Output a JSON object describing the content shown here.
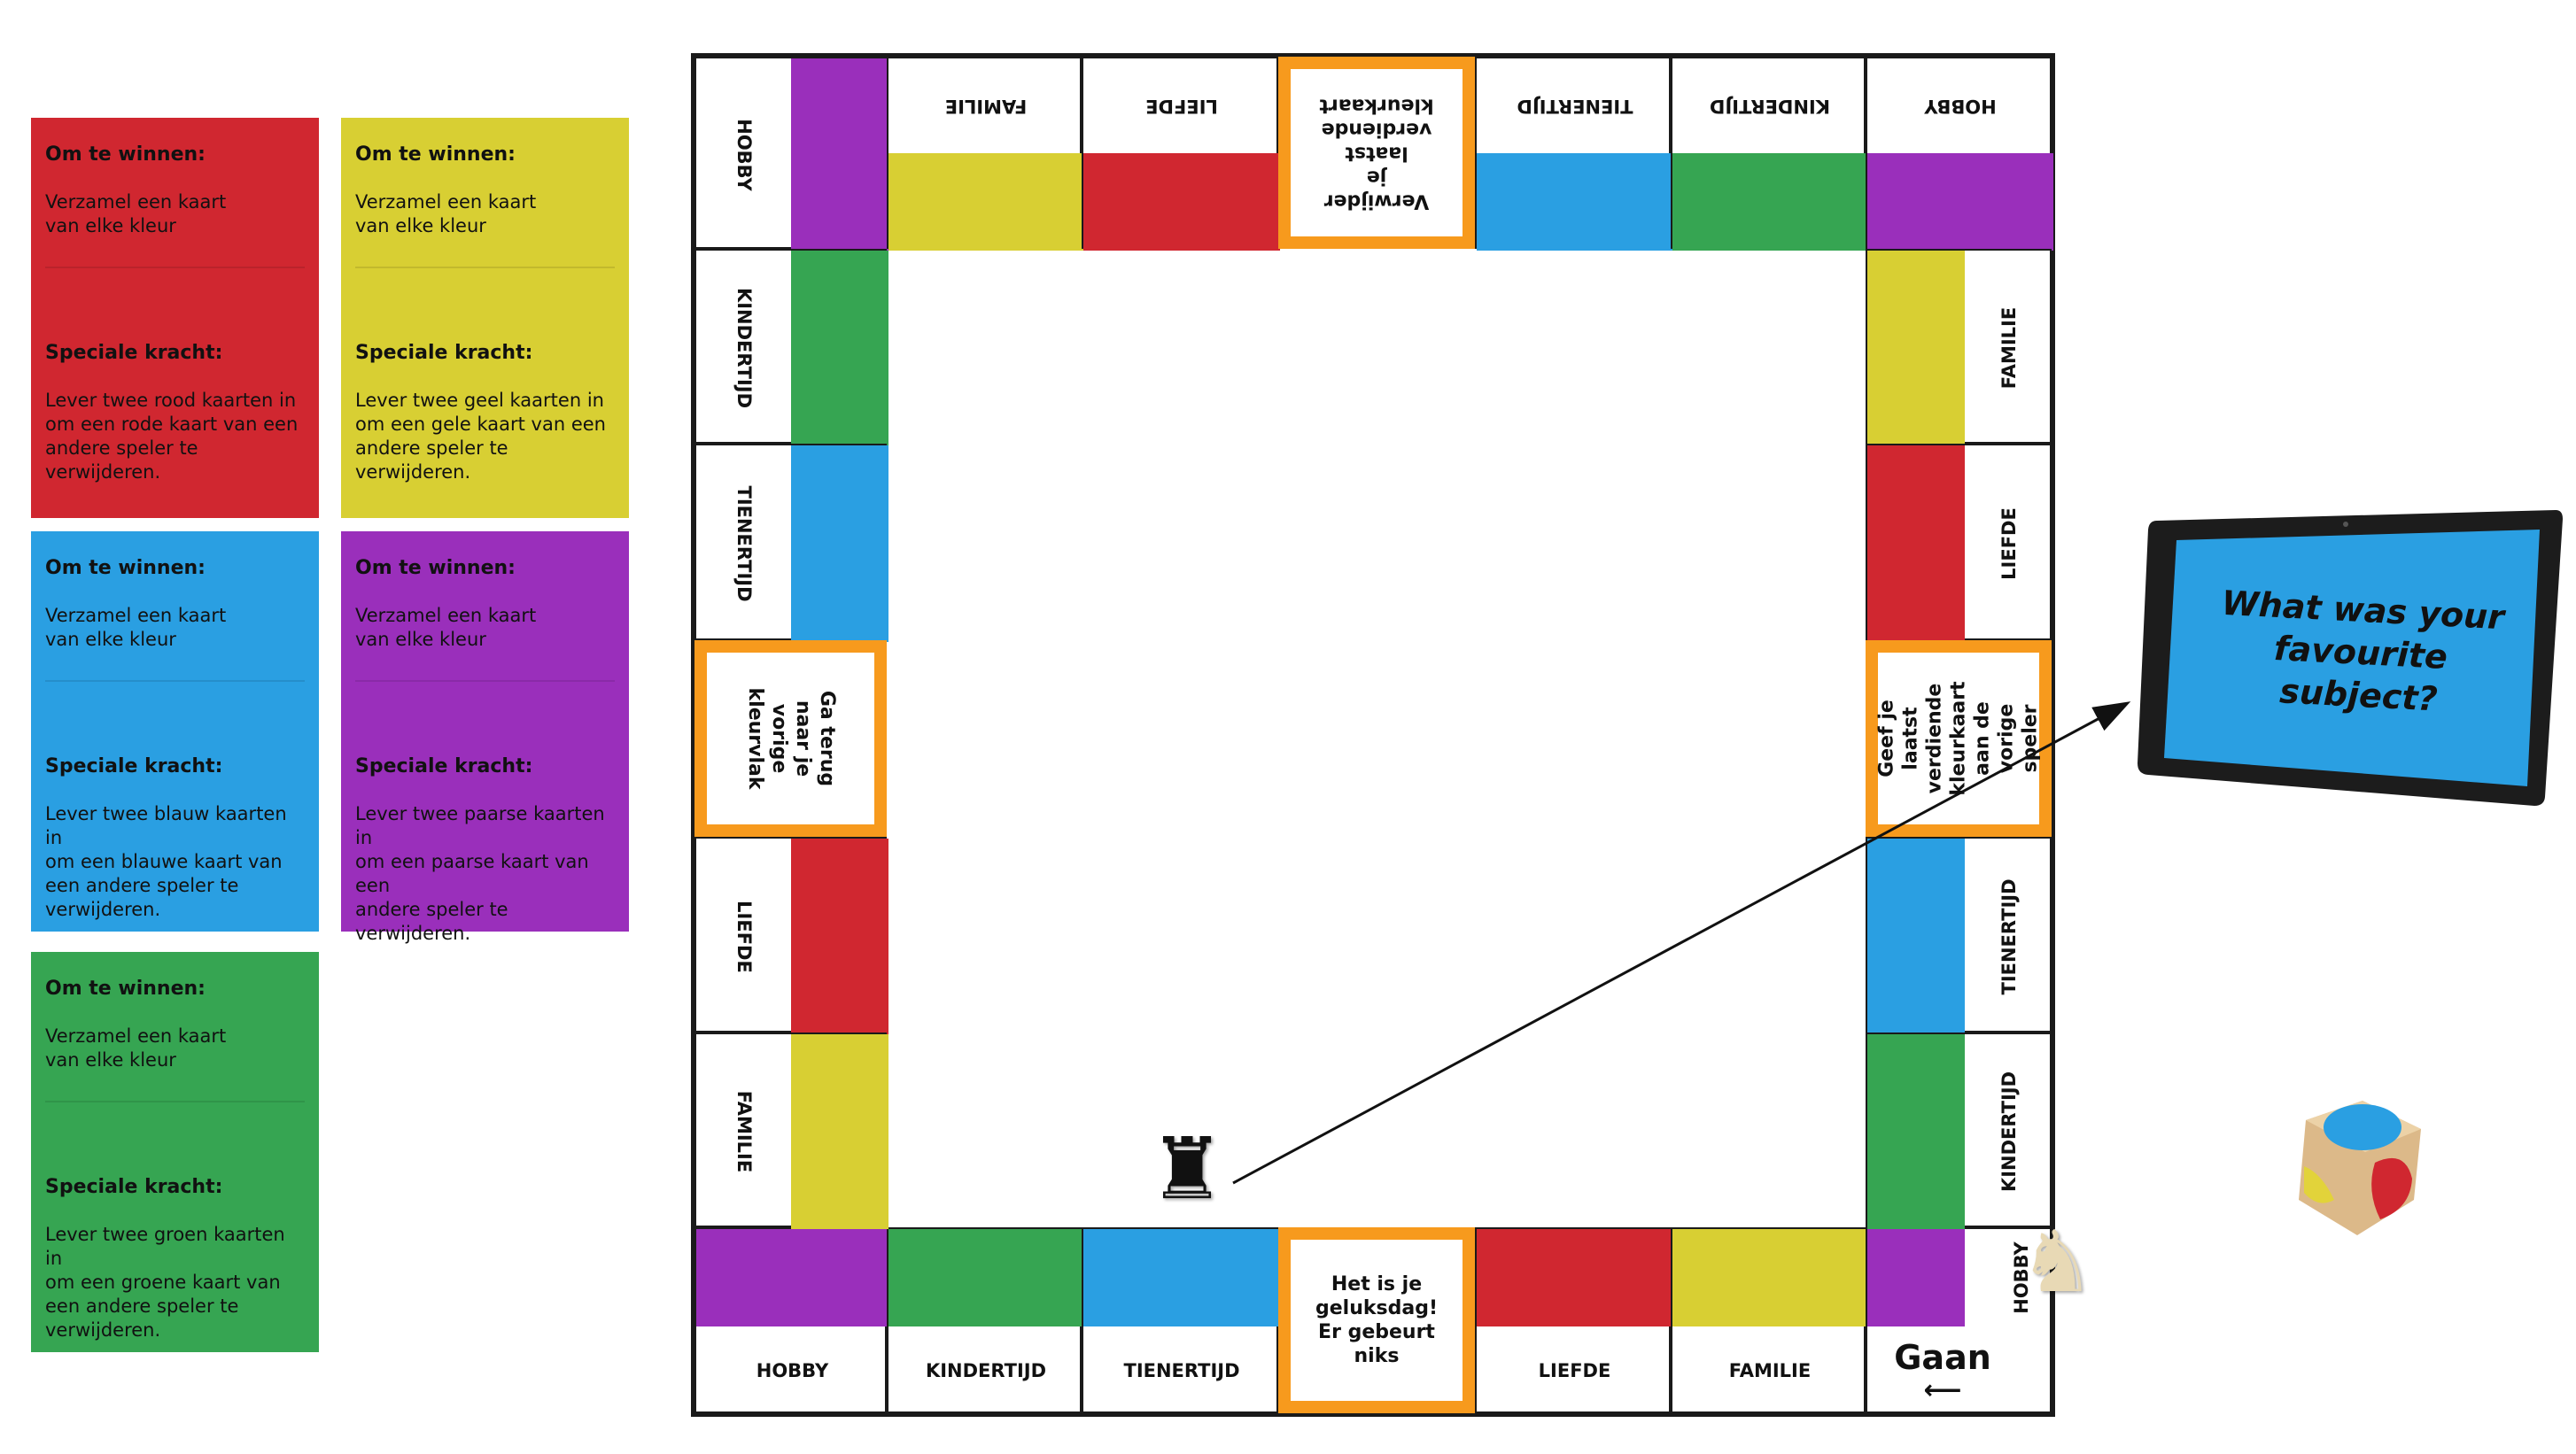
{
  "colors": {
    "red": "#d02730",
    "yellow": "#d8cf33",
    "blue": "#2a9fe2",
    "purple": "#9a2fbb",
    "green": "#36a552",
    "orange": "#f79a1d"
  },
  "cards": [
    {
      "color": "#d02730",
      "win_title": "Om te winnen:",
      "win_text": "Verzamel een kaart\nvan elke kleur",
      "power_title": "Speciale kracht:",
      "power_text": "Lever twee rood kaarten in\nom een rode kaart van een\nandere speler te verwijderen."
    },
    {
      "color": "#d8cf33",
      "win_title": "Om te winnen:",
      "win_text": "Verzamel een kaart\nvan elke kleur",
      "power_title": "Speciale kracht:",
      "power_text": "Lever twee geel kaarten in\nom een gele kaart van een\nandere speler te\nverwijderen."
    },
    {
      "color": "#2a9fe2",
      "win_title": "Om te winnen:",
      "win_text": "Verzamel een kaart\nvan elke kleur",
      "power_title": "Speciale kracht:",
      "power_text": "Lever twee blauw kaarten in\nom een blauwe kaart van\neen andere speler te\nverwijderen."
    },
    {
      "color": "#9a2fbb",
      "win_title": "Om te winnen:",
      "win_text": "Verzamel een kaart\nvan elke kleur",
      "power_title": "Speciale kracht:",
      "power_text": "Lever twee paarse kaarten in\nom een paarse kaart van een\nandere speler te verwijderen."
    },
    {
      "color": "#36a552",
      "win_title": "Om te winnen:",
      "win_text": "Verzamel een kaart\nvan elke kleur",
      "power_title": "Speciale kracht:",
      "power_text": "Lever twee groen kaarten in\nom een groene kaart van\neen andere speler te\nverwijderen."
    }
  ],
  "board": {
    "top": [
      "HOBBY",
      "FAMILIE",
      "LIEFDE",
      "SPECIAL",
      "TIENERTIJD",
      "KINDERTIJD",
      "HOBBY"
    ],
    "left": [
      "KINDERTIJD",
      "TIENERTIJD",
      "SPECIAL",
      "LIEFDE",
      "FAMILIE"
    ],
    "right": [
      "FAMILIE",
      "LIEFDE",
      "SPECIAL",
      "TIENERTIJD",
      "KINDERTIJD"
    ],
    "bottom": [
      "HOBBY",
      "KINDERTIJD",
      "TIENERTIJD",
      "SPECIAL",
      "LIEFDE",
      "FAMILIE",
      "HOBBY"
    ],
    "category_colors": {
      "HOBBY": "#9a2fbb",
      "FAMILIE": "#d8cf33",
      "LIEFDE": "#d02730",
      "TIENERTIJD": "#2a9fe2",
      "KINDERTIJD": "#36a552"
    },
    "special_top": "Verwijder je\nlaatst\nverdiende\nkleurkaart",
    "special_left": "Ga terug\nnaar je\nvorige\nkleurvlak",
    "special_right": "Geef je laatst\nverdiende\nkleurkaart\naan de vorige\nspeler",
    "special_bottom": "Het is je\ngeluksdag!\nEr gebeurt\nniks",
    "start_label": "Gaan"
  },
  "tablet": {
    "question": "What was your favourite subject?"
  },
  "pieces": [
    {
      "name": "black-rook",
      "icon": "♜",
      "color": "#111111"
    },
    {
      "name": "white-knight",
      "icon": "♞",
      "color": "#e8d9b5"
    }
  ],
  "die": {
    "face_colors": [
      "#2a9fe2",
      "#d02730",
      "#d8cf33"
    ]
  }
}
